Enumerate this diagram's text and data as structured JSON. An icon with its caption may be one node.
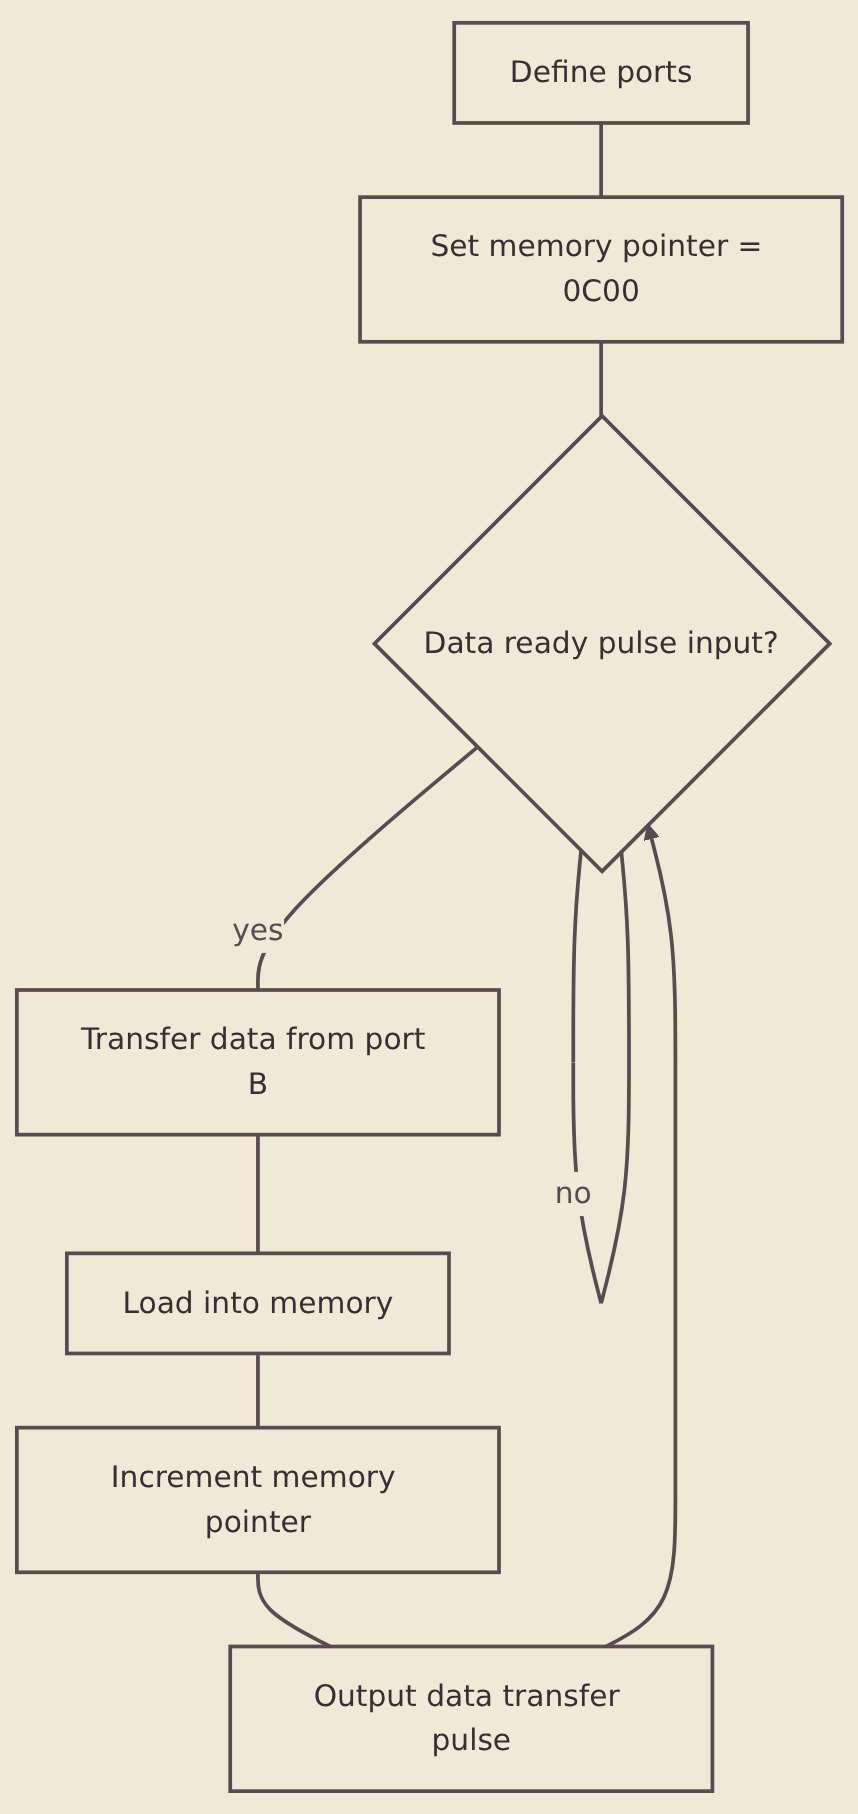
{
  "diagram": {
    "nodes": [
      {
        "text": [
          "Define ports"
        ]
      },
      {
        "text": [
          "Set memory pointer = 0C00"
        ]
      },
      {
        "text": [
          "Data ready pulse input?"
        ]
      },
      {
        "text": [
          "Transfer data from port B"
        ]
      },
      {
        "text": [
          "Load into memory"
        ]
      },
      {
        "text": [
          "Increment memory pointer"
        ]
      },
      {
        "text": [
          "Output data transfer pulse"
        ]
      }
    ],
    "edges": [
      {
        "from": 0,
        "to": 1,
        "arrow": "none"
      },
      {
        "from": 1,
        "to": 2,
        "arrow": "none"
      },
      {
        "from": 2,
        "to": 2,
        "arrow": "none",
        "label": "no"
      },
      {
        "from": 2,
        "to": 3,
        "arrow": "none",
        "label": "yes"
      },
      {
        "from": 3,
        "to": 4,
        "arrow": "none"
      },
      {
        "from": 4,
        "to": 5,
        "arrow": "none"
      },
      {
        "from": 5,
        "to": 6,
        "arrow": "none"
      },
      {
        "from": 6,
        "to": 2,
        "arrow": "to"
      }
    ]
  }
}
